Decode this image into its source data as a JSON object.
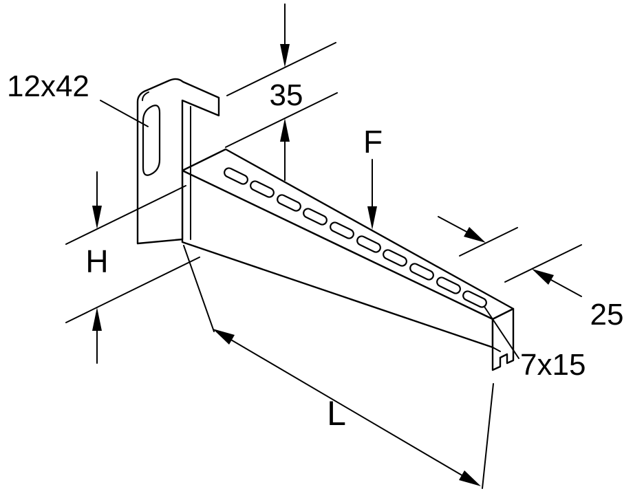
{
  "figure": {
    "colors": {
      "background": "#ffffff",
      "line": "#000000"
    },
    "labels": {
      "plate_slot_size": "12x42",
      "offset_35": "35",
      "force": "F",
      "height": "H",
      "arm_width": "25",
      "arm_slot_size": "7x15",
      "length": "L"
    }
  }
}
